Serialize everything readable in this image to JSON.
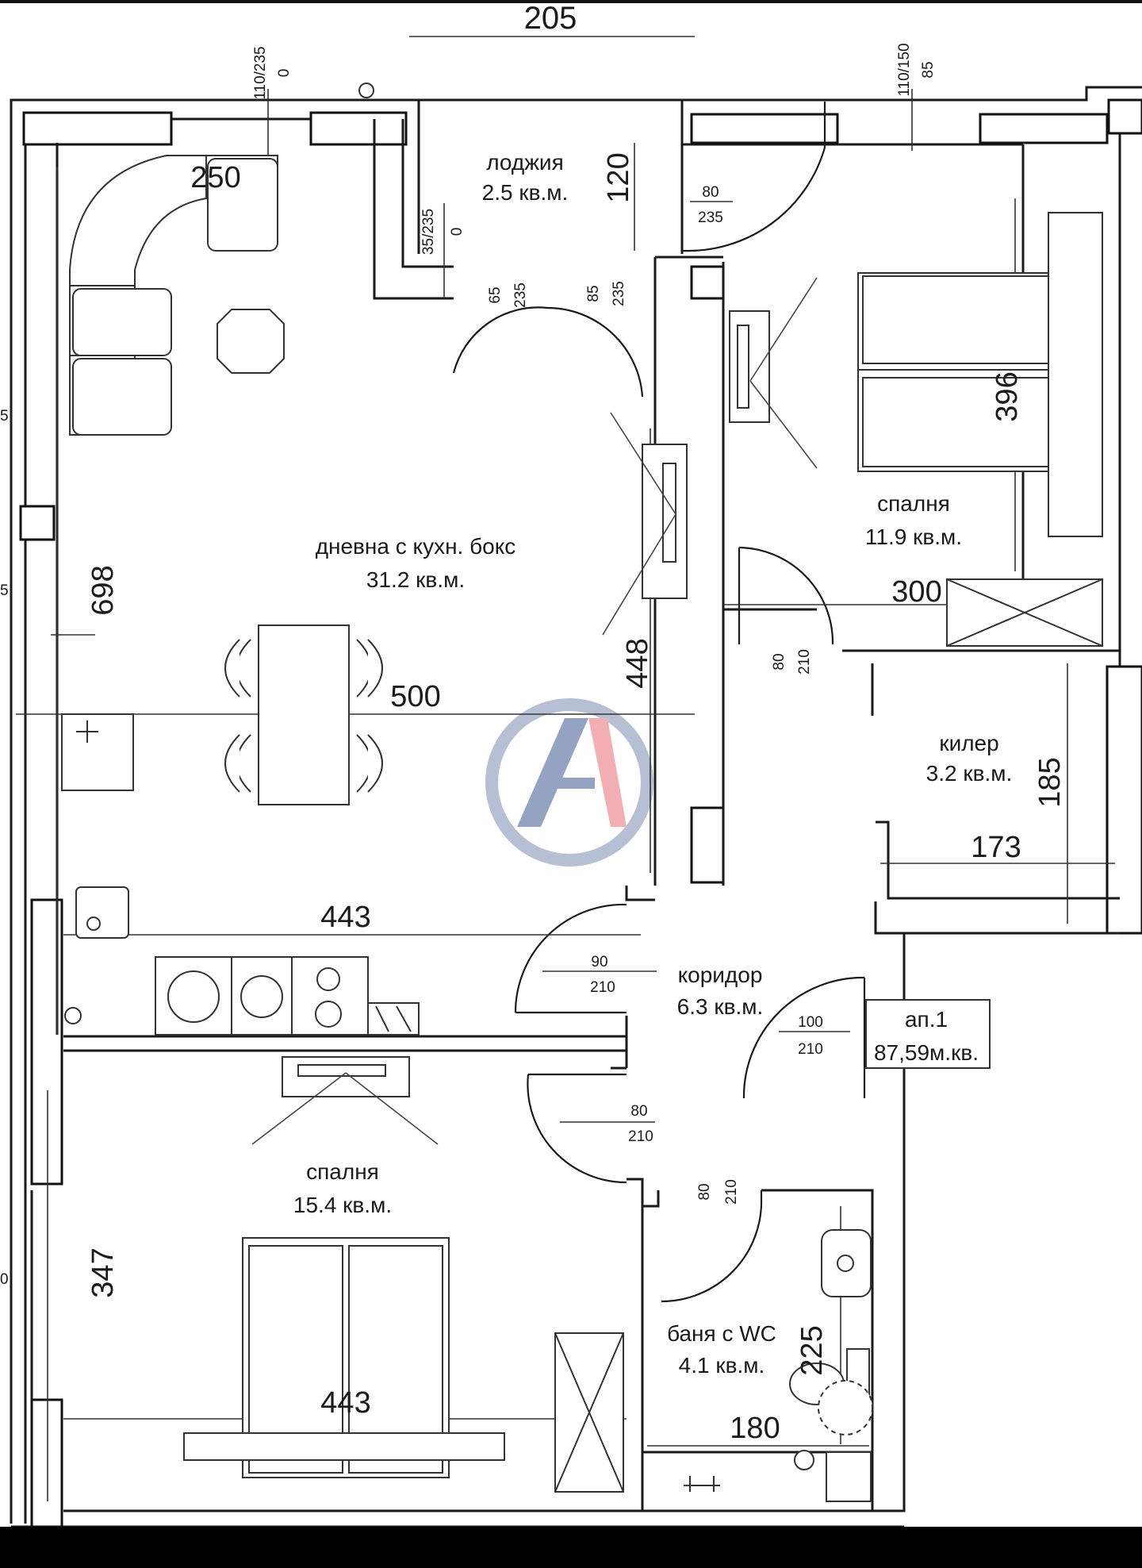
{
  "apartment": {
    "label": "ап.1",
    "total_area": "87,59м.кв."
  },
  "rooms": {
    "loggia": {
      "name": "лоджия",
      "area": "2.5 кв.м."
    },
    "living": {
      "name": "дневна с кухн. бокс",
      "area": "31.2 кв.м."
    },
    "bedroom_small": {
      "name": "спалня",
      "area": "11.9 кв.м."
    },
    "storage": {
      "name": "килер",
      "area": "3.2 кв.м."
    },
    "corridor": {
      "name": "коридор",
      "area": "6.3 кв.м."
    },
    "bedroom_large": {
      "name": "спалня",
      "area": "15.4 кв.м."
    },
    "bathroom": {
      "name": "баня с WC",
      "area": "4.1 кв.м."
    }
  },
  "dimensions": {
    "top": "205",
    "sofa_width": "250",
    "loggia_depth": "120",
    "living_height": "698",
    "living_width": "500",
    "partition_height": "448",
    "kitchen_width": "443",
    "bedroom_small_height": "396",
    "bedroom_small_width": "300",
    "storage_height": "185",
    "storage_width": "173",
    "bedroom_large_height": "347",
    "bedroom_large_width": "443",
    "bath_height": "225",
    "bath_width": "180"
  },
  "window_labels": {
    "w1_a": "110/235",
    "w1_b": "0",
    "w2_a": "110/150",
    "w2_b": "85",
    "w3_a": "35/235",
    "w3_b": "0"
  },
  "door_labels": {
    "loggia_left_a": "65",
    "loggia_left_b": "235",
    "loggia_right_a": "85",
    "loggia_right_b": "235",
    "bed_small_balcony_a": "80",
    "bed_small_balcony_b": "235",
    "bed_small_a": "80",
    "bed_small_b": "210",
    "living_a": "90",
    "living_b": "210",
    "storage_a": "100",
    "storage_b": "210",
    "bed_large_a": "80",
    "bed_large_b": "210",
    "bath_a": "80",
    "bath_b": "210"
  },
  "edge_labels": {
    "a": "5",
    "b": "5",
    "c": "0"
  },
  "colors": {
    "wall": "#1a1a1a",
    "line": "#333333",
    "logo_ring": "#aab4cc",
    "logo_blue": "#8393b8",
    "logo_red": "#f0a0a6"
  },
  "watermark": {
    "icon": "logo-icon"
  }
}
